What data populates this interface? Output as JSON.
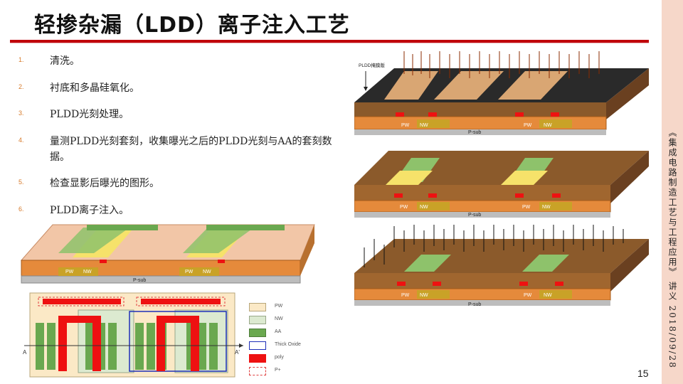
{
  "slide": {
    "title": "轻掺杂漏（LDD）离子注入工艺",
    "page_number": "15",
    "side_caption": "《集成电路制造工艺与工程应用》 讲义  2018/09/28"
  },
  "steps": [
    {
      "num": "1.",
      "text": "清洗。"
    },
    {
      "num": "2.",
      "text": "衬底和多晶硅氧化。"
    },
    {
      "num": "3.",
      "text": "PLDD光刻处理。"
    },
    {
      "num": "4.",
      "text": "量测PLDD光刻套刻，收集曝光之后的PLDD光刻与AA的套刻数据。"
    },
    {
      "num": "5.",
      "text": "检查显影后曝光的图形。"
    },
    {
      "num": "6.",
      "text": "PLDD离子注入。"
    }
  ],
  "figures": {
    "mask_label": "PLDD掩膜版",
    "pw": "PW",
    "nw": "NW",
    "psub": "P-sub",
    "a_left": "A",
    "a_right": "A'"
  },
  "legend": [
    {
      "label": "PW",
      "color": "#fbe9c6",
      "border": "#b8a67a",
      "dashed": false
    },
    {
      "label": "NW",
      "color": "#dcead0",
      "border": "#99a88a",
      "dashed": false
    },
    {
      "label": "AA",
      "color": "#6aa84f",
      "border": "#4e7d3a",
      "dashed": false
    },
    {
      "label": "Thick Oxide",
      "color": "#ffffff",
      "border": "#1e2fb8",
      "dashed": false
    },
    {
      "label": "poly",
      "color": "#ee1111",
      "border": "#ee1111",
      "dashed": false
    },
    {
      "label": "P+",
      "color": "#ffffff",
      "border": "#e04040",
      "dashed": true
    }
  ],
  "colors": {
    "accent_red": "#c0000a",
    "side_band": "#f6d7c9",
    "resist_dark": "#2a2a2a",
    "resist_brown": "#8b5a2b",
    "pw": "#e58a3b",
    "nw": "#c9a227",
    "psub": "#b7b7b7"
  }
}
